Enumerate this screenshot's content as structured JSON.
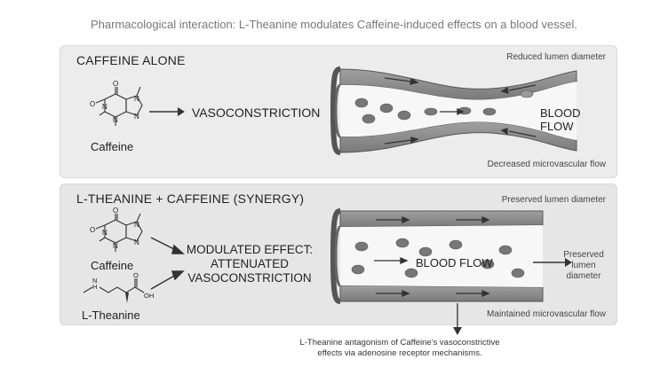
{
  "title": "Pharmacological interaction: L-Theanine modulates Caffeine-induced effects on a blood vessel.",
  "panel_alone": {
    "heading": "CAFFEINE ALONE",
    "top_note": "Reduced lumen diameter",
    "molecule_label": "Caffeine",
    "effect": "VASOCONSTRICTION",
    "flow_label": "BLOOD FLOW",
    "bottom_note": "Decreased microvascular flow"
  },
  "panel_synergy": {
    "heading": "L-THEANINE + CAFFEINE (SYNERGY)",
    "top_note": "Preserved lumen diameter",
    "caffeine_label": "Caffeine",
    "theanine_label": "L-Theanine",
    "effect_lines": [
      "MODULATED EFFECT:",
      "ATTENUATED",
      "VASOCONSTRICTION"
    ],
    "flow_label": "BLOOD FLOW",
    "side_note_lines": [
      "Preserved",
      "lumen diameter"
    ],
    "bottom_note": "Maintained microvascular flow"
  },
  "footnote_lines": [
    "L-Theanine antagonism of Caffeine's vasoconstrictive",
    "effects via adenosine receptor mechanisms."
  ],
  "atoms": {
    "O": "O",
    "N": "N",
    "H": "H",
    "OH": "OH"
  },
  "colors": {
    "panel_bg": "#ececec",
    "vessel_wall": "#8c8c8c",
    "wall_dark": "#5a5a5a",
    "cell": "#7a7a7a",
    "lumen": "#fafafa"
  }
}
